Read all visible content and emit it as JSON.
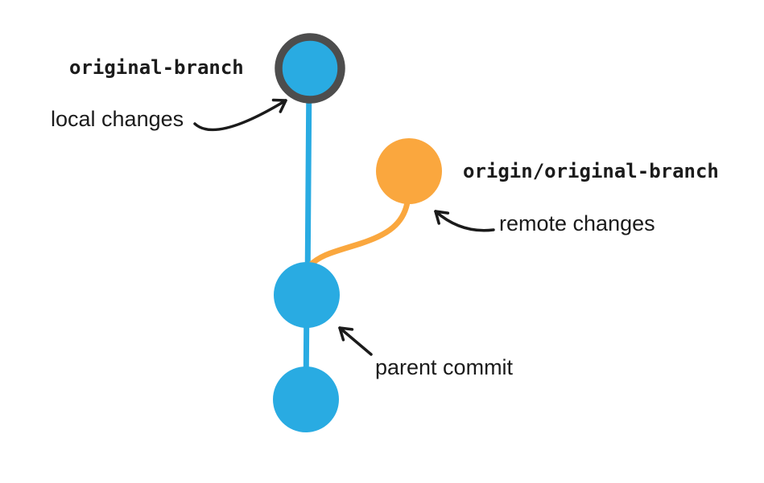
{
  "diagram": {
    "kind": "git-branch-diagram",
    "background": "#FFFFFF"
  },
  "labels": {
    "original_branch": "original-branch",
    "origin_original_branch": "origin/original-branch",
    "local_changes": "local changes",
    "remote_changes": "remote changes",
    "parent_commit": "parent commit"
  },
  "colors": {
    "commit_blue": "#29ABE2",
    "remote_orange": "#FAA73E",
    "head_ring_gray": "#4D4D4D",
    "ink": "#1B1B1B"
  }
}
